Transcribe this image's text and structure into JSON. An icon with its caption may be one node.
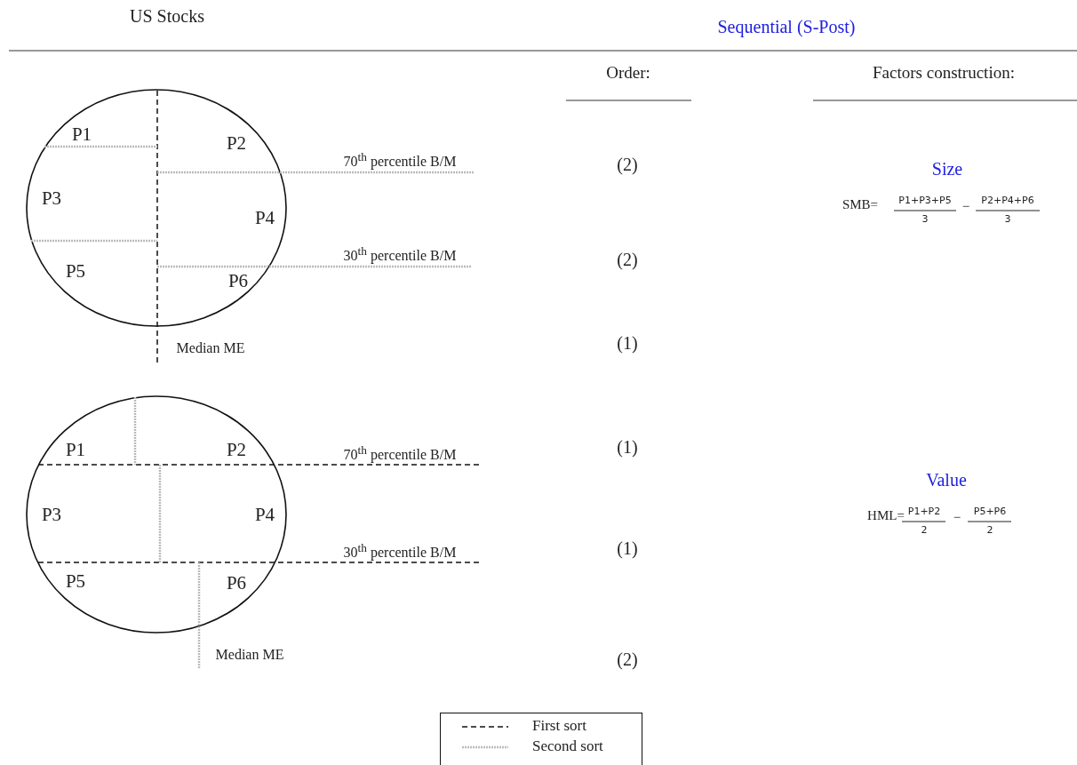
{
  "diagram": {
    "labels": [
      "US Stocks",
      "Sequential (S-Post)",
      "Order:",
      "Factors construction:",
      "P1",
      "P2",
      "70$^{th}$ percentile B/M",
      "(2)",
      "Size",
      "SMB=",
      "P1+P3+P5",
      "3",
      "−",
      "P2+P4+P6",
      "3",
      "P3",
      "P4",
      "30$^{th}$ percentile B/M",
      "(2)",
      "P5",
      "P6",
      "Median ME",
      "(1)",
      "P1",
      "P2",
      "70$^{th}$ percentile B/M",
      "(1)",
      "Value",
      "HML=",
      "P1+P2",
      "2",
      "−",
      "P5+P6",
      "2",
      "P3",
      "P4",
      "30$^{th}$ percentile B/M",
      "(1)",
      "P5",
      "P6",
      "Median ME",
      "(2)"
    ],
    "legend": [
      {
        "text": "First sort"
      },
      {
        "text": "Second sort"
      }
    ]
  }
}
